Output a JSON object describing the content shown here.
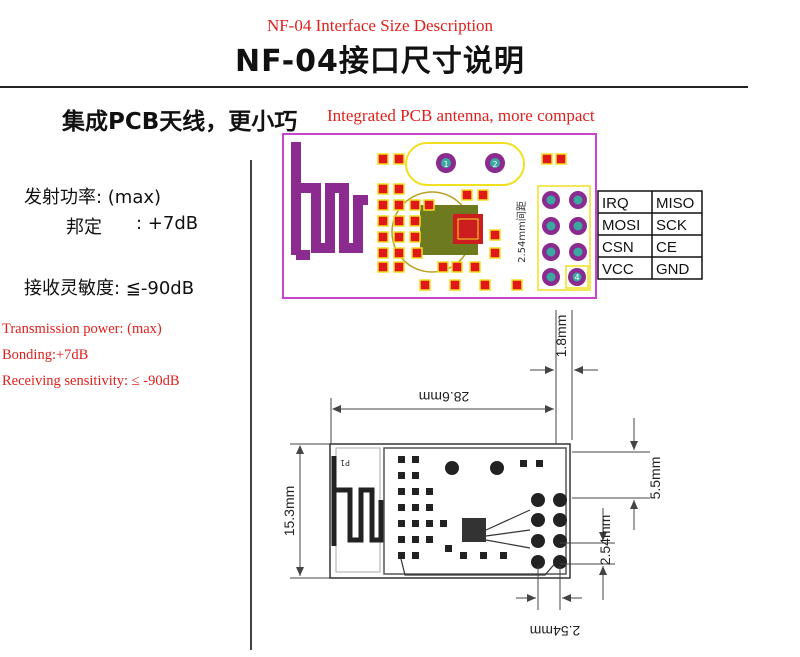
{
  "header": {
    "title_en": "NF-04 Interface Size Description",
    "title_cn": "NF-04接口尺寸说明"
  },
  "feature": {
    "cn": "集成PCB天线，更小巧",
    "en": "Integrated PCB antenna, more compact"
  },
  "specs_cn": {
    "tx_label": "发射功率: (max)",
    "bond_label": "邦定",
    "bond_value": ": +7dB",
    "rx_label": "接收灵敏度: ≦-90dB"
  },
  "specs_en": {
    "tx": "Transmission power: (max)",
    "bond": "Bonding:+7dB",
    "rx": "Receiving sensitivity: ≤ -90dB"
  },
  "pinout": [
    [
      "IRQ",
      "MISO"
    ],
    [
      "MOSI",
      "SCK"
    ],
    [
      "CSN",
      "CE"
    ],
    [
      "VCC",
      "GND"
    ]
  ],
  "board": {
    "pitch_label": "2.54mm间距",
    "pin1": "1",
    "pin2": "2",
    "pad4": "4",
    "silk_p1": "P1"
  },
  "dimensions": {
    "length": "28.6mm",
    "height": "15.3mm",
    "top_offset": "1.8mm",
    "side_offset": "5.5mm",
    "pitch_v": "2.54mm",
    "pitch_h": "2.54mm"
  },
  "colors": {
    "title_red": "#e0201c",
    "pcb_purple": "#8b2a8f",
    "pcb_outline": "#cc44cc",
    "pad_red": "#e01818",
    "pad_yellow": "#f0e020",
    "dark_pad": "#222222"
  }
}
